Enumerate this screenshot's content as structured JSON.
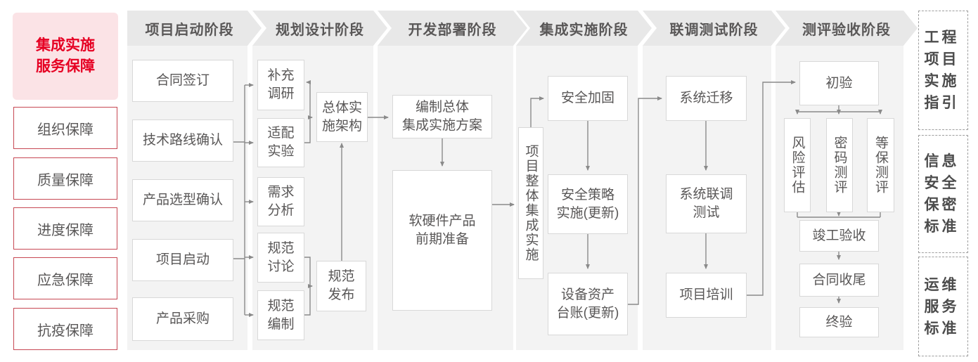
{
  "sidebar": {
    "title": "集成实施\n服务保障",
    "items": [
      {
        "label": "组织保障"
      },
      {
        "label": "质量保障"
      },
      {
        "label": "进度保障"
      },
      {
        "label": "应急保障"
      },
      {
        "label": "抗疫保障"
      }
    ]
  },
  "phases": [
    {
      "label": "项目启动阶段"
    },
    {
      "label": "规划设计阶段"
    },
    {
      "label": "开发部署阶段"
    },
    {
      "label": "集成实施阶段"
    },
    {
      "label": "联调测试阶段"
    },
    {
      "label": "测评验收阶段"
    }
  ],
  "flow": {
    "c1": {
      "boxes": [
        "合同签订",
        "技术路线确认",
        "产品选型确认",
        "项目启动",
        "产品采购"
      ]
    },
    "c2": {
      "boxes": [
        "补充\n调研",
        "适配\n实验",
        "需求\n分析",
        "规范\n讨论",
        "规范\n编制"
      ],
      "arch": "总体实\n施架构",
      "publish": "规范\n发布"
    },
    "c3": {
      "plan": "编制总体\n集成实施方案",
      "prep": "软硬件产品\n前期准备"
    },
    "c4": {
      "overall": "项目整体集成实施",
      "boxes": [
        "安全加固",
        "安全策略\n实施(更新)",
        "设备资产\n台账(更新)"
      ]
    },
    "c5": {
      "boxes": [
        "系统迁移",
        "系统联调\n测试",
        "项目培训"
      ]
    },
    "c6": {
      "first": "初验",
      "verticals": [
        "风险评估",
        "密码测评",
        "等保测评"
      ],
      "rest": [
        "竣工验收",
        "合同收尾",
        "终验"
      ]
    }
  },
  "standards": [
    {
      "label": "工程项目实施指引"
    },
    {
      "label": "信息安全保密标准"
    },
    {
      "label": "运维服务标准"
    }
  ],
  "colors": {
    "accent_red": "#e60023",
    "pink_bg": "#fbe3e6",
    "red_border": "#c74853",
    "gray_text": "#595757",
    "banner_bg": "#e8e8e8",
    "column_bg": "#f3f3f3",
    "line": "#8a8a8a"
  }
}
